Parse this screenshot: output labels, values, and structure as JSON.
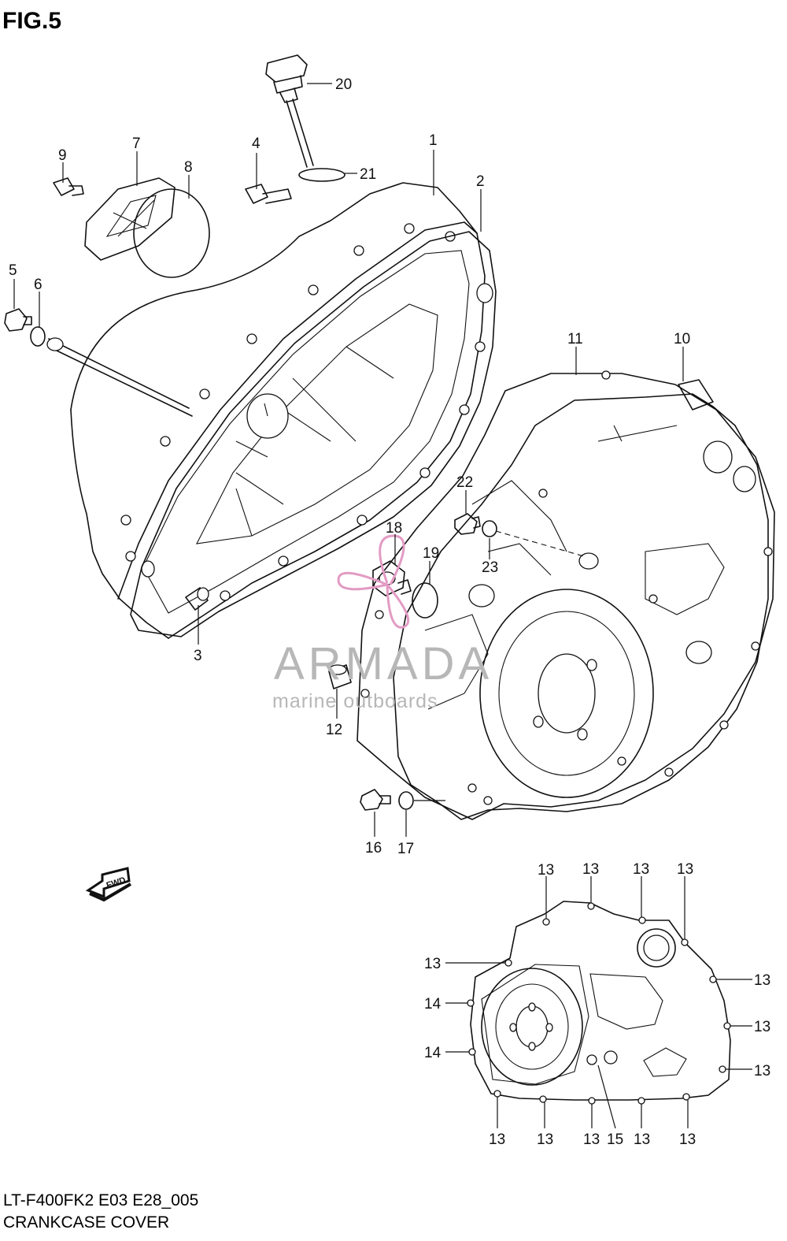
{
  "figure": {
    "title": "FIG.5"
  },
  "footer": {
    "model_code": "LT-F400FK2 E03 E28_005",
    "caption": "CRANKCASE COVER"
  },
  "direction_arrow": {
    "label": "FWD"
  },
  "watermark": {
    "brand": "ARMADA",
    "tagline": "marine outboards",
    "logo_color": "#e39bc4",
    "text_color": "#b7b7b7"
  },
  "callouts": {
    "c1": "1",
    "c2": "2",
    "c3": "3",
    "c4": "4",
    "c5": "5",
    "c6": "6",
    "c7": "7",
    "c8": "8",
    "c9": "9",
    "c10": "10",
    "c11": "11",
    "c12": "12",
    "c16": "16",
    "c17": "17",
    "c18": "18",
    "c19": "19",
    "c20": "20",
    "c21": "21",
    "c22": "22",
    "c23": "23",
    "c13_top1": "13",
    "c13_top2": "13",
    "c13_top3": "13",
    "c13_top4": "13",
    "c13_left1": "13",
    "c13_right1": "13",
    "c13_right2": "13",
    "c13_right3": "13",
    "c13_bot1": "13",
    "c13_bot2": "13",
    "c13_bot3": "13",
    "c13_bot4": "13",
    "c13_bot5": "13",
    "c14_a": "14",
    "c14_b": "14",
    "c15": "15"
  }
}
